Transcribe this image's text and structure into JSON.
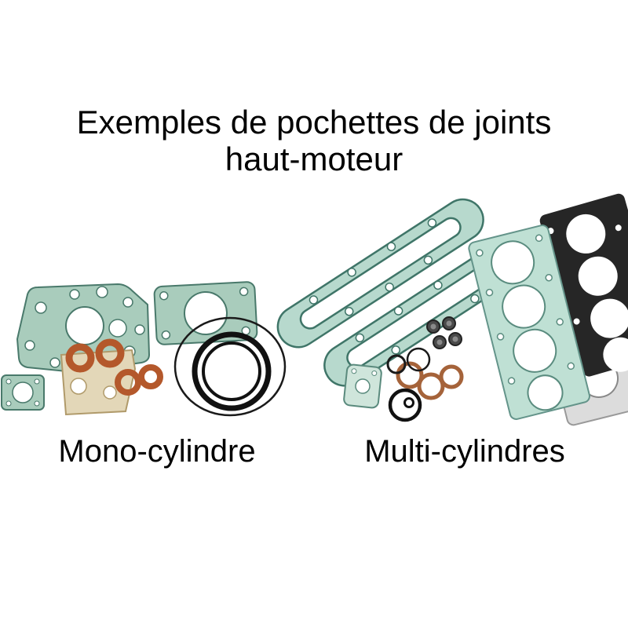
{
  "title": {
    "line1": "Exemples de pochettes de joints",
    "line2": "haut-moteur"
  },
  "captions": {
    "mono": "Mono-cylindre",
    "multi": "Multi-cylindres"
  },
  "colors": {
    "background": "#ffffff",
    "text": "#000000",
    "gasket_teal": "#a9ccbc",
    "gasket_teal_light": "#bfe0d4",
    "gasket_teal_line": "#49796b",
    "copper": "#b4582b",
    "tan": "#e3d7b8",
    "tan_line": "#b09a6a",
    "rubber_black": "#111111",
    "dark_gasket": "#262626",
    "metal_gray": "#dcdcdc"
  }
}
